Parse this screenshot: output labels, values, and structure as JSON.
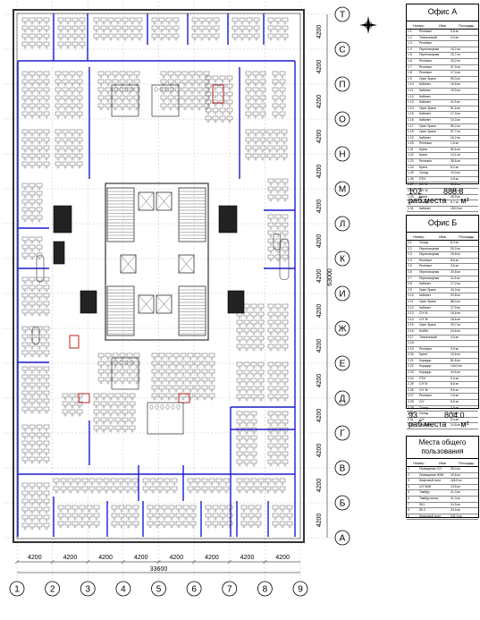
{
  "grid": {
    "columns": [
      "1",
      "2",
      "3",
      "4",
      "5",
      "6",
      "7",
      "8",
      "9"
    ],
    "rows_top_to_bottom": [
      "Т",
      "С",
      "П",
      "О",
      "Н",
      "М",
      "Л",
      "К",
      "И",
      "Ж",
      "Е",
      "Д",
      "Г",
      "В",
      "Б",
      "А"
    ],
    "bay_dim": "4200",
    "total_width": "33600",
    "total_height": "63000"
  },
  "colors": {
    "wall": "#1b1bd1",
    "line": "#333333",
    "accent": "#b01010"
  },
  "office_a": {
    "title": "Офис А",
    "headers": [
      "Номер",
      "Имя",
      "Площадь"
    ],
    "rows": [
      [
        "1.1",
        "Ресепшн",
        "9,6 м²"
      ],
      [
        "1.2",
        "Технический",
        "4,3 м²"
      ],
      [
        "1.3",
        "Ресепшн",
        ""
      ],
      [
        "1.4",
        "Переговорная",
        "16,2 м²"
      ],
      [
        "1.5",
        "Переговорная",
        "23,7 м²"
      ],
      [
        "1.6",
        "Ресепшн",
        "43,2 м²"
      ],
      [
        "1.7",
        "Ресепшн",
        "37,0 м²"
      ],
      [
        "1.8",
        "Ресепшн",
        "17,4 м²"
      ],
      [
        "1.9",
        "Open Space",
        "99,3 м²"
      ],
      [
        "1.10",
        "Кабинет",
        "16,8 м²"
      ],
      [
        "1.11",
        "Кабинет",
        "19,9 м²"
      ],
      [
        "1.12",
        "Кабинет",
        ""
      ],
      [
        "1.13",
        "Кабинет",
        "11,9 м²"
      ],
      [
        "1.14",
        "Open Space",
        "91,6 м²"
      ],
      [
        "1.15",
        "Кабинет",
        "17,3 м²"
      ],
      [
        "1.16",
        "Кабинет",
        "14,3 м²"
      ],
      [
        "1.17",
        "Open Space",
        "55,2 м²"
      ],
      [
        "1.18",
        "Open Space",
        "97,7 м²"
      ],
      [
        "1.19",
        "Кабинет",
        "16,2 м²"
      ],
      [
        "1.20",
        "Ресепшн",
        "1,6 м²"
      ],
      [
        "1.21",
        "Кухня",
        "50,6 м²"
      ],
      [
        "1.22",
        "Кухня",
        "14,1 м²"
      ],
      [
        "1.23",
        "Ресепшн",
        "36,6 м²"
      ],
      [
        "1.24",
        "Кухня",
        "8,2 м²"
      ],
      [
        "1.25",
        "Склад",
        "10,0 м²"
      ],
      [
        "1.26",
        "ПТИ",
        "4,5 м²"
      ],
      [
        "1.27",
        "С/У М",
        "16,6 м²"
      ],
      [
        "1.28",
        "С/У Ж",
        "16,6 м²"
      ],
      [
        "1.29",
        "Кухня",
        "28,9 м²"
      ],
      [
        "1.30",
        "Склад",
        "8,7 м²"
      ],
      [
        "1.31",
        "Кабинет",
        "150,9 м²"
      ]
    ],
    "seats_value": "102",
    "seats_label": "раб.места",
    "area_value": "888.8",
    "area_unit": "м²"
  },
  "office_b": {
    "title": "Офис Б",
    "headers": [
      "Номер",
      "Имя",
      "Площадь"
    ],
    "rows": [
      [
        "2.1",
        "Склад",
        "8,4 м²"
      ],
      [
        "2.2",
        "Переговорная",
        "30,0 м²"
      ],
      [
        "2.3",
        "Переговорная",
        "16,8 м²"
      ],
      [
        "2.4",
        "Ресепшн",
        "8,6 м²"
      ],
      [
        "2.5",
        "Ресепшн",
        "3,6 м²"
      ],
      [
        "2.6",
        "Переговорная",
        "20,8 м²"
      ],
      [
        "2.7",
        "Переговорная",
        "11,5 м²"
      ],
      [
        "2.8",
        "Кабинет",
        "17,2 м²"
      ],
      [
        "2.9",
        "Open Space",
        "44,3 м²"
      ],
      [
        "2.10",
        "Кабинет",
        "20,8 м²"
      ],
      [
        "2.11",
        "Open Space",
        "88,0 м²"
      ],
      [
        "2.12",
        "Кабинет",
        "17,9 м²"
      ],
      [
        "2.13",
        "С/У М",
        "16,6 м²"
      ],
      [
        "2.14",
        "С/У Ж",
        "16,6 м²"
      ],
      [
        "2.15",
        "Open Space",
        "29,7 м²"
      ],
      [
        "2.16",
        "Лобби",
        "24,6 м²"
      ],
      [
        "2.17",
        "Технический",
        "4,5 м²"
      ],
      [
        "2.18",
        "",
        ""
      ],
      [
        "2.19",
        "Ресепшн",
        "9,9 м²"
      ],
      [
        "2.20",
        "Кухня",
        "10,6 м²"
      ],
      [
        "2.21",
        "Коридор",
        "81,8 м²"
      ],
      [
        "2.22",
        "Коридор",
        "144,0 м²"
      ],
      [
        "2.23",
        "Коридор",
        "44,6 м²"
      ],
      [
        "2.24",
        "ПТИ",
        "5,4 м²"
      ],
      [
        "2.25",
        "С/У М",
        "8,6 м²"
      ],
      [
        "2.26",
        "С/У Ж",
        "8,6 м²"
      ],
      [
        "2.27",
        "Ресепшн",
        "1,6 м²"
      ],
      [
        "2.28",
        "С/У",
        "5,0 м²"
      ],
      [
        "2.29",
        "Склад",
        "2,6 м²"
      ],
      [
        "2.30",
        "Склад",
        "5,0 м²"
      ],
      [
        "2.31",
        "С/У",
        "5,0 м²"
      ],
      [
        "2.32",
        "Кабинет",
        "14,8 м²"
      ]
    ],
    "seats_value": "93",
    "seats_label": "раб.места",
    "area_value": "804.0",
    "area_unit": "м²"
  },
  "common": {
    "title": "Места общего пользования",
    "headers": [
      "Номер",
      "Имя",
      "Площадь"
    ],
    "rows": [
      [
        "1",
        "Помещение С/У",
        "28,4 м²"
      ],
      [
        "2",
        "Помещение ЖЭК",
        "19,8 м²"
      ],
      [
        "3",
        "Лифтовой холл",
        "118,5 м²"
      ],
      [
        "4",
        "С/У М/Ж",
        "13,5 м²"
      ],
      [
        "5",
        "Тамбур",
        "21,3 м²"
      ],
      [
        "6",
        "Тамбур шлюз",
        "21,3 м²"
      ],
      [
        "7",
        "ЛК1",
        "24,9 м²"
      ],
      [
        "8",
        "ЛК 2",
        "24,9 м²"
      ],
      [
        "9",
        "Лифтовой холл",
        "101,2 м²"
      ]
    ]
  }
}
